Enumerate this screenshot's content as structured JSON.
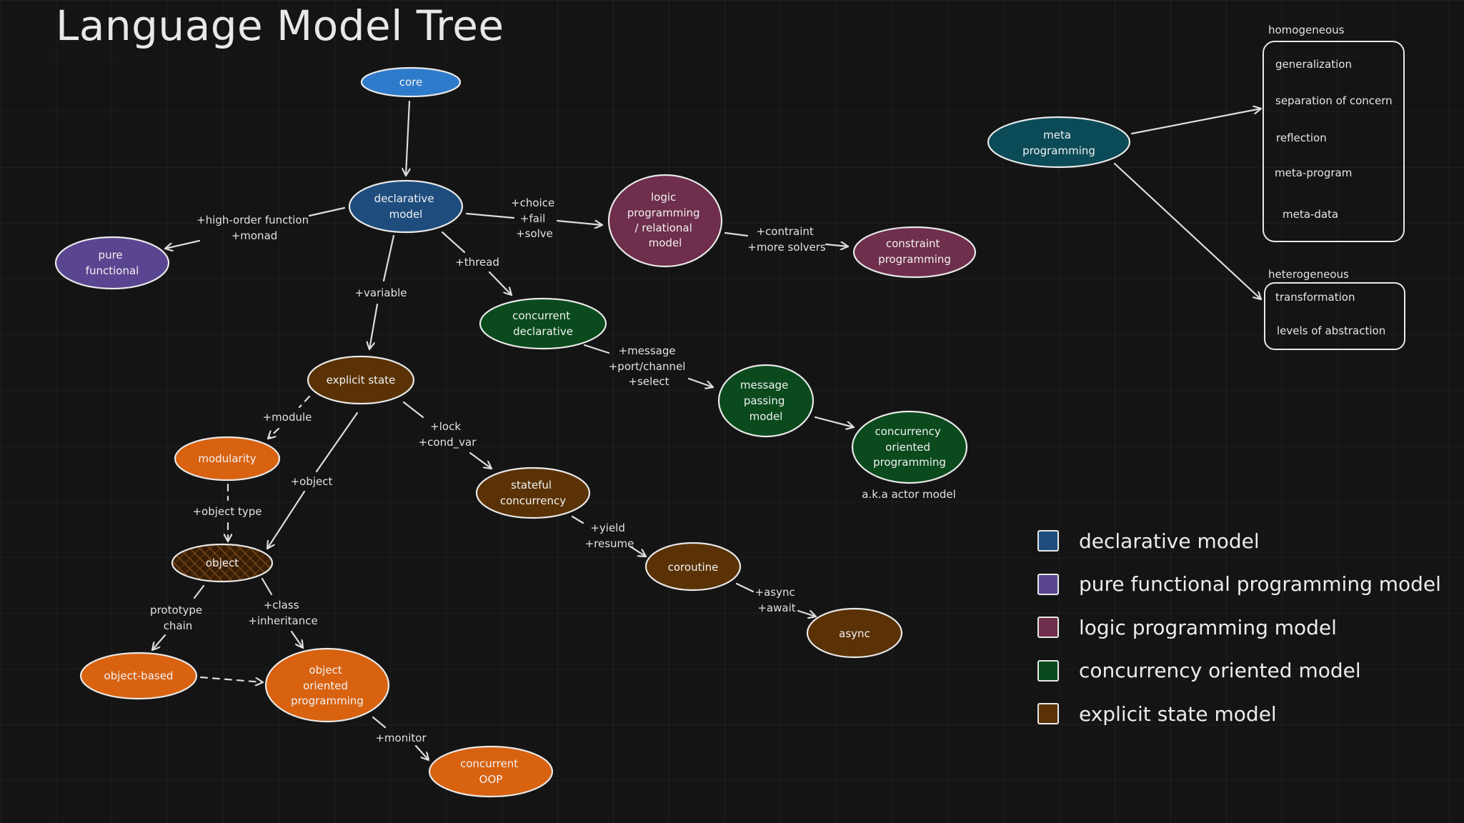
{
  "title": "Language Model Tree",
  "colors": {
    "core": "#2f7bcb",
    "declarative": "#1e4d7d",
    "pure_functional": "#5a4591",
    "logic": "#6e2e4c",
    "concurrency": "#0a4a1c",
    "meta": "#0b4a57",
    "explicit_state": "#5a3205",
    "orange": "#d86210",
    "object_hatch": "#3a1e04"
  },
  "nodes": {
    "core": "core",
    "declarative_model": [
      "declarative",
      "model"
    ],
    "pure_functional": [
      "pure",
      "functional"
    ],
    "logic_programming": [
      "logic",
      "programming",
      "/ relational",
      "model"
    ],
    "constraint_programming": [
      "constraint",
      "programming"
    ],
    "concurrent_declarative": [
      "concurrent",
      "declarative"
    ],
    "message_passing_model": [
      "message",
      "passing",
      "model"
    ],
    "concurrency_oriented_programming": [
      "concurrency",
      "oriented",
      "programming"
    ],
    "explicit_state": "explicit state",
    "stateful_concurrency": [
      "stateful",
      "concurrency"
    ],
    "coroutine": "coroutine",
    "async": "async",
    "modularity": "modularity",
    "object": "object",
    "object_based": "object-based",
    "object_oriented_programming": [
      "object",
      "oriented",
      "programming"
    ],
    "concurrent_oop": [
      "concurrent",
      "OOP"
    ],
    "meta_programming": [
      "meta",
      "programming"
    ]
  },
  "edge_labels": {
    "high_order": [
      "+high-order function",
      "+monad"
    ],
    "choice": [
      "+choice",
      "+fail",
      "+solve"
    ],
    "constraint": [
      "+contraint",
      "+more solvers"
    ],
    "thread": "+thread",
    "variable": "+variable",
    "message": [
      "+message",
      "+port/channel",
      "+select"
    ],
    "module": "+module",
    "lock": [
      "+lock",
      "+cond_var"
    ],
    "object": "+object",
    "object_type": "+object type",
    "yield": [
      "+yield",
      "+resume"
    ],
    "async_await": [
      "+async",
      "+await"
    ],
    "prototype": [
      "prototype",
      "chain"
    ],
    "class": [
      "+class",
      "+inheritance"
    ],
    "monitor": "+monitor"
  },
  "notes": {
    "actor_model": "a.k.a actor model"
  },
  "meta_panel": {
    "homogeneous_heading": "homogeneous",
    "homogeneous_items": [
      "generalization",
      "separation of concern",
      "reflection",
      "meta-program",
      "meta-data"
    ],
    "heterogeneous_heading": "heterogeneous",
    "heterogeneous_items": [
      "transformation",
      "levels of abstraction"
    ]
  },
  "legend": [
    {
      "label": "declarative model",
      "color": "#1e4d7d"
    },
    {
      "label": "pure functional programming model",
      "color": "#5a4591"
    },
    {
      "label": "logic programming model",
      "color": "#6e2e4c"
    },
    {
      "label": "concurrency oriented model",
      "color": "#0a4a1c"
    },
    {
      "label": "explicit state model",
      "color": "#5a3205"
    }
  ]
}
